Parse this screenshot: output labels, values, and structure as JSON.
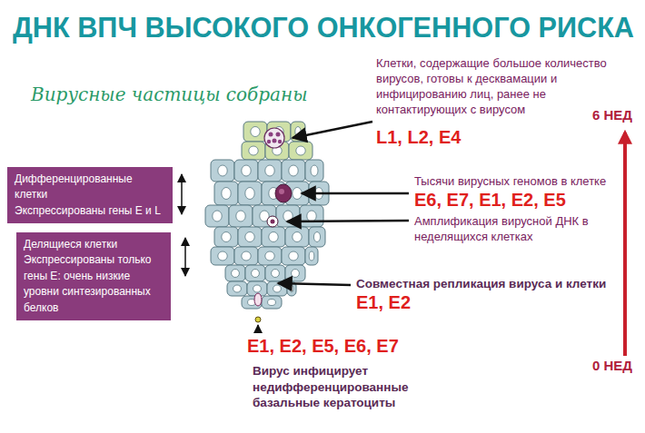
{
  "diagram": {
    "title": "ДНК ВПЧ ВЫСОКОГО ОНКОГЕННОГО РИСКА",
    "nodes": [
      {
        "text": [
          "Дифференцированные клетки",
          "Экспрессированы гены Е и L"
        ]
      },
      {
        "text": [
          "Делящиеся клетки",
          "Экспрессированы только гены Е: очень низкие уровни синтезированных белков"
        ]
      }
    ],
    "labels": [
      "Вирусные частицы собраны",
      "Клетки, содержащие большое количество вирусов, готовы к десквамации и инфицированию лиц, ранее не контактирующих с вирусом",
      "L1, L2, E4",
      "6 НЕД",
      "Тысячи вирусных геномов в клетке",
      "E6, E7, E1, E2, E5",
      "Амплификация вирусной ДНК в неделящихся клетках",
      "Совместная репликация вируса и клетки",
      "E1, E2",
      "E1, E2, E5, E6, E7",
      "Вирус инфицирует недифференцированные базальные кератоциты",
      "0 НЕД"
    ]
  }
}
